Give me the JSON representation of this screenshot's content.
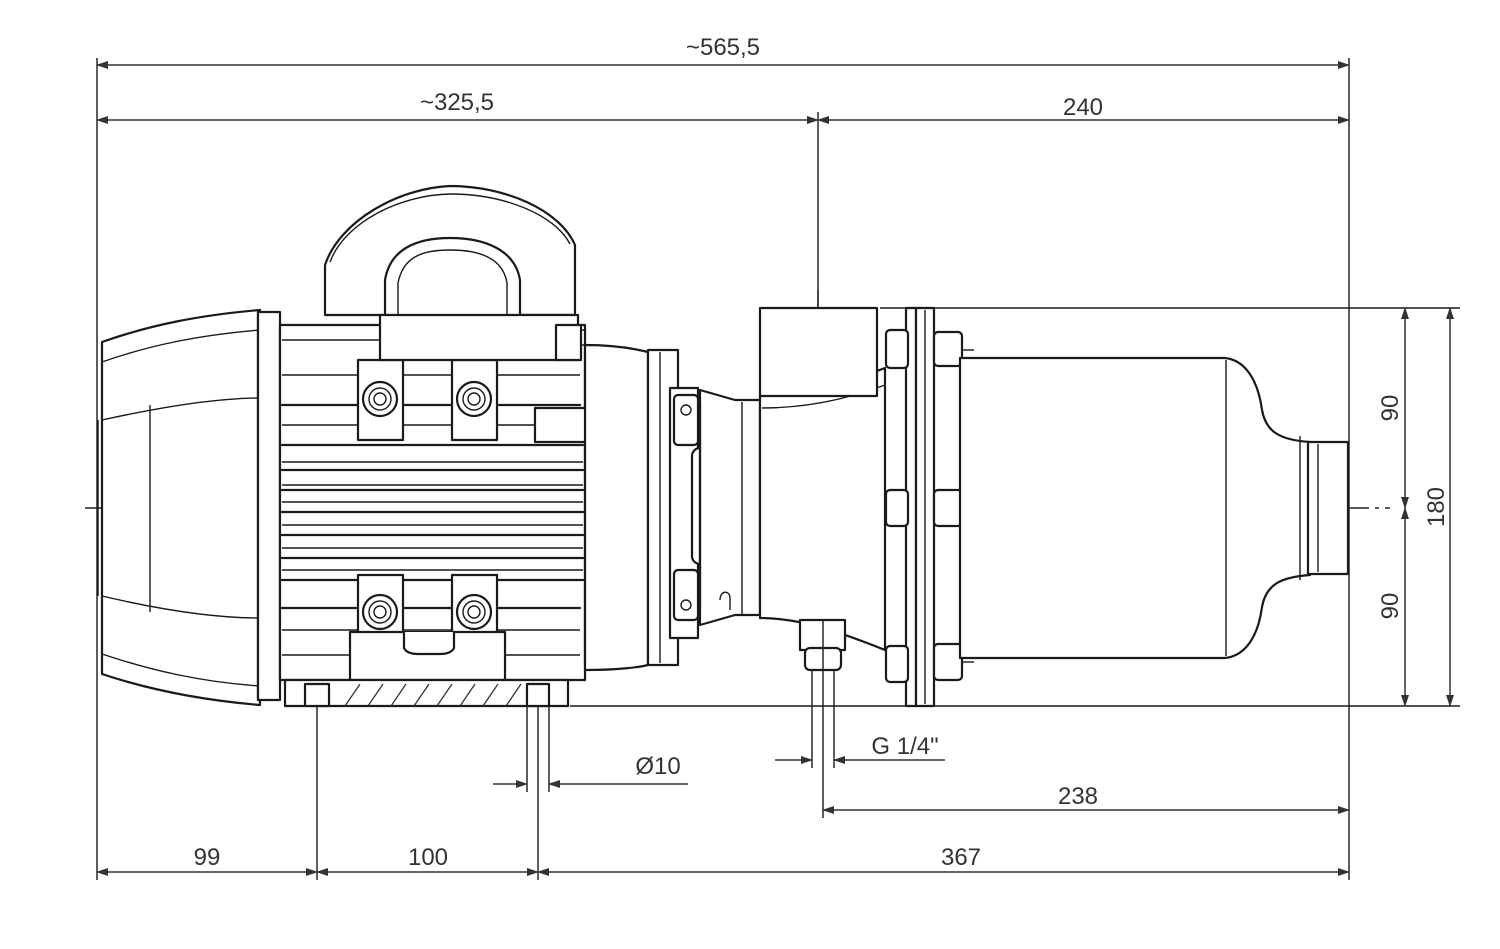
{
  "dimensions": {
    "overall_length": "~565,5",
    "motor_length": "~325,5",
    "pump_length": "240",
    "half_height_top": "90",
    "half_height_bottom": "90",
    "total_height": "180",
    "bolt_hole_diameter": "Ø10",
    "drain_thread": "G 1/4\"",
    "drain_to_end": "238",
    "end_to_first_foot": "99",
    "foot_spacing": "100",
    "foot_to_end": "367"
  }
}
